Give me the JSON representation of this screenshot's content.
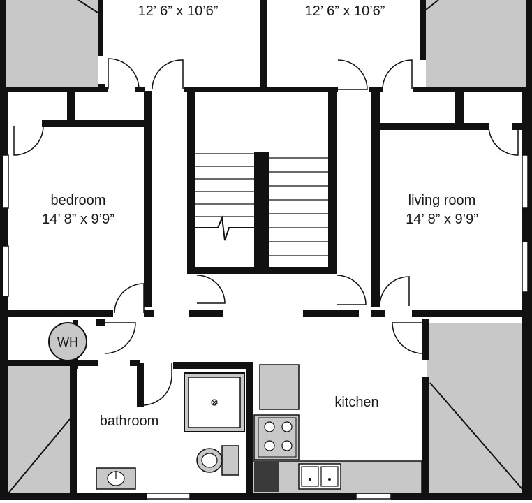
{
  "floor_plan": {
    "rooms": {
      "top_left": {
        "dimensions": "12’ 6” x 10’6”"
      },
      "top_right": {
        "dimensions": "12’ 6” x 10’6”"
      },
      "bedroom": {
        "name": "bedroom",
        "dimensions": "14’ 8” x 9’9”"
      },
      "living_room": {
        "name": "living room",
        "dimensions": "14’ 8” x 9’9”"
      },
      "kitchen": {
        "name": "kitchen"
      },
      "bathroom": {
        "name": "bathroom"
      }
    },
    "water_heater": {
      "label": "WH"
    }
  }
}
